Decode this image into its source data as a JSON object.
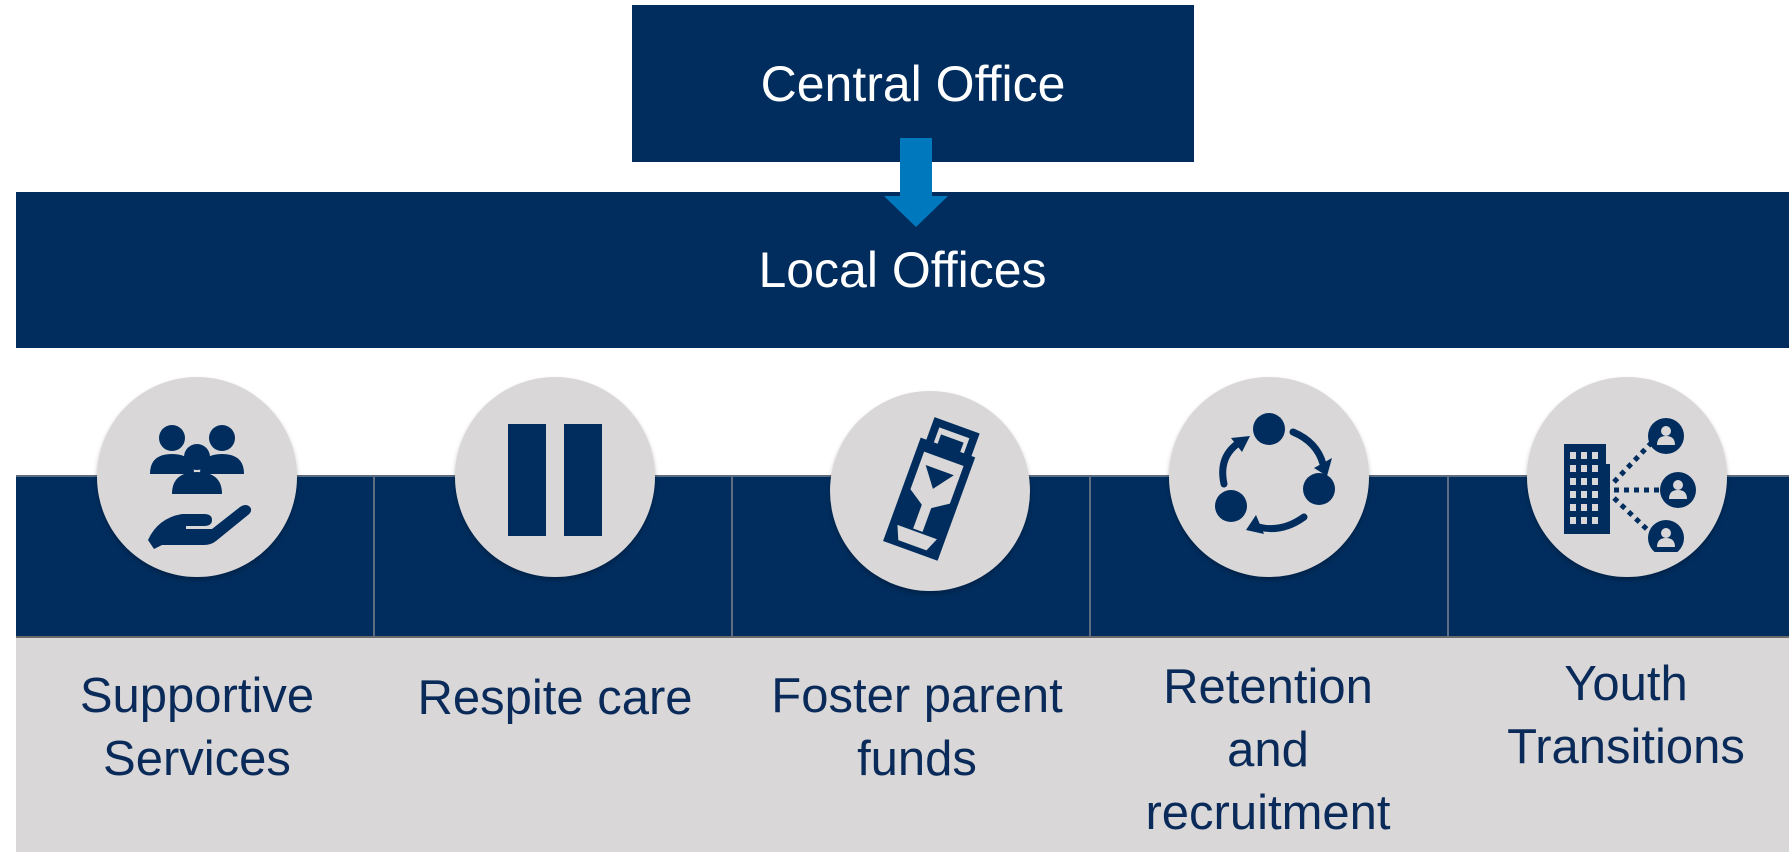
{
  "central_office": {
    "label": "Central Office"
  },
  "local_offices": {
    "label": "Local Offices"
  },
  "programs": [
    {
      "label": "Supportive Services",
      "icon": "people-in-hand-icon"
    },
    {
      "label": "Respite care",
      "icon": "pause-icon"
    },
    {
      "label": "Foster parent funds",
      "icon": "money-in-envelope-icon"
    },
    {
      "label": "Retention and recruitment",
      "icon": "cycle-icon"
    },
    {
      "label": "Youth Transitions",
      "icon": "building-network-icon"
    }
  ],
  "colors": {
    "navy": "#002d5e",
    "arrow_blue": "#0078be",
    "light_gray": "#d9d7d7",
    "label_text": "#0a2b5a"
  }
}
